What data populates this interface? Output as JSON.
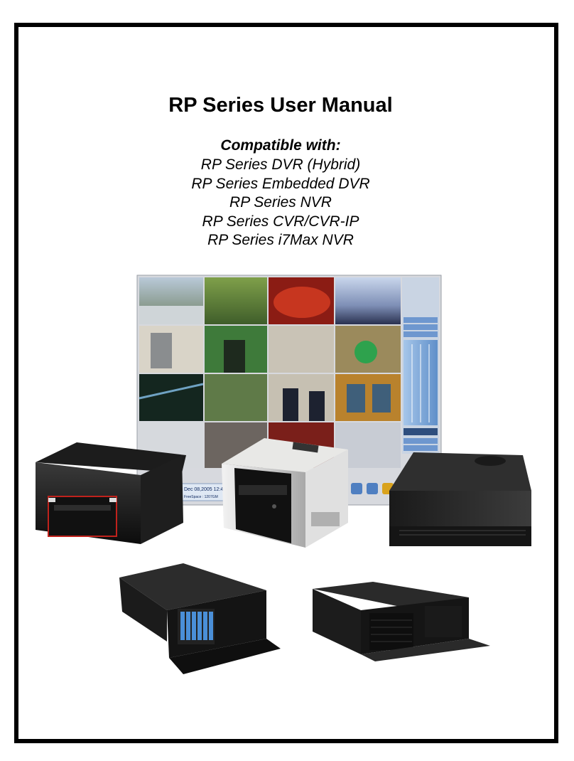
{
  "document": {
    "title": "RP Series User Manual",
    "compatible_heading": "Compatible with:",
    "models": [
      "RP Series DVR (Hybrid)",
      "RP Series Embedded DVR",
      "RP Series NVR",
      "RP Series CVR/CVR-IP",
      "RP Series i7Max NVR"
    ]
  },
  "screen": {
    "status_text_1": "Dec 08,2005 12:4",
    "status_text_2": "FreeSpace : 1207GM"
  },
  "colors": {
    "border": "#000000",
    "panel_blue": "#9bc0e8",
    "accent_red": "#c0221c"
  }
}
